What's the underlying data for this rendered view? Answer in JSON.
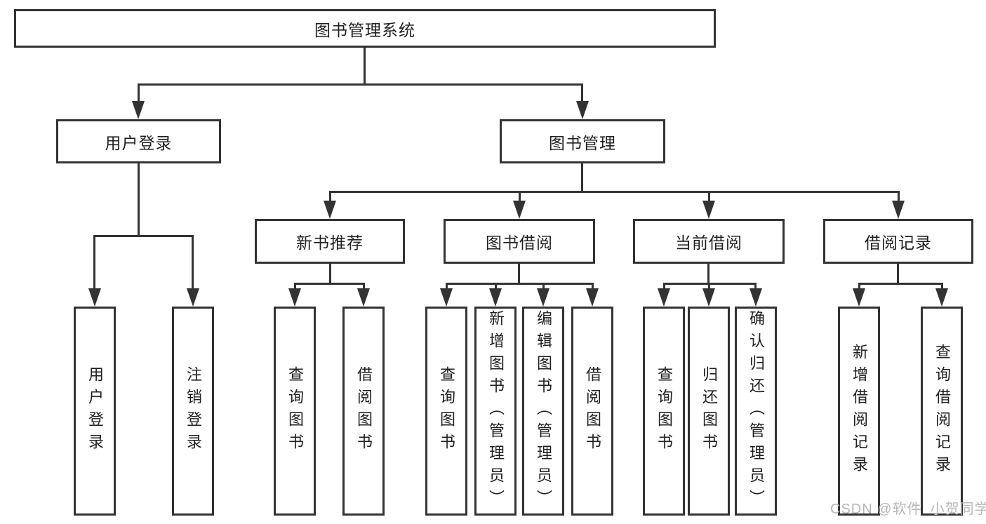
{
  "diagram": {
    "root": {
      "label": "图书管理系统"
    },
    "branches": [
      {
        "label": "用户登录",
        "children": [
          {
            "label": "用户登录"
          },
          {
            "label": "注销登录"
          }
        ]
      },
      {
        "label": "图书管理",
        "groups": [
          {
            "label": "新书推荐",
            "children": [
              {
                "label": "查询图书"
              },
              {
                "label": "借阅图书"
              }
            ]
          },
          {
            "label": "图书借阅",
            "children": [
              {
                "label": "查询图书"
              },
              {
                "label": "新增图书（管理员）"
              },
              {
                "label": "编辑图书（管理员）"
              },
              {
                "label": "借阅图书"
              }
            ]
          },
          {
            "label": "当前借阅",
            "children": [
              {
                "label": "查询图书"
              },
              {
                "label": "归还图书"
              },
              {
                "label": "确认归还（管理员）"
              }
            ]
          },
          {
            "label": "借阅记录",
            "children": [
              {
                "label": "新增借阅记录"
              },
              {
                "label": "查询借阅记录"
              }
            ]
          }
        ]
      }
    ]
  },
  "watermark": {
    "text": "CSDN @软件_小贺同学"
  },
  "colors": {
    "line": "#333333",
    "box_border": "#333333",
    "box_background": "#ffffff",
    "text": "#1f1f1f",
    "watermark": "#b7b7b7",
    "background": "#ffffff"
  }
}
